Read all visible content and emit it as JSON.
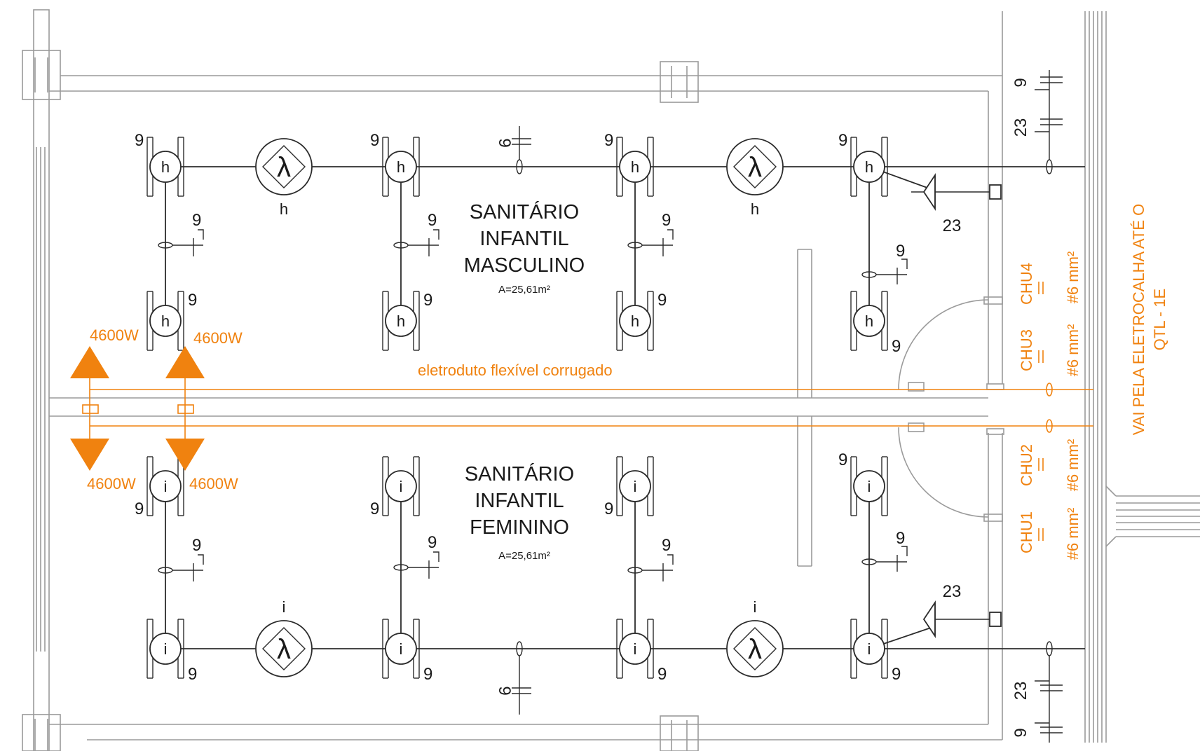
{
  "rooms": {
    "masculino": {
      "line1": "SANITÁRIO",
      "line2": "INFANTIL",
      "line3": "MASCULINO",
      "area": "A=25,61m²"
    },
    "feminino": {
      "line1": "SANITÁRIO",
      "line2": "INFANTIL",
      "line3": "FEMININO",
      "area": "A=25,61m²"
    }
  },
  "circuit_labels": {
    "c9": "9",
    "c23": "23"
  },
  "fixture_letters": {
    "masculino": "h",
    "feminino": "i"
  },
  "emergency_symbol": "λ",
  "power_labels": {
    "shower": "4600W"
  },
  "conduit_label": "eletroduto flexível corrugado",
  "shower_circuits": {
    "chu1": "CHU1",
    "chu2": "CHU2",
    "chu3": "CHU3",
    "chu4": "CHU4"
  },
  "wire_gauge": "#6 mm²",
  "riser_note": {
    "line1": "VAI PELA ELETROCALHA ATÉ O",
    "line2": "QTL - 1E"
  },
  "colors": {
    "accent": "#f0820f",
    "wire": "#2b2b2b",
    "wall": "#9a9a9a"
  }
}
